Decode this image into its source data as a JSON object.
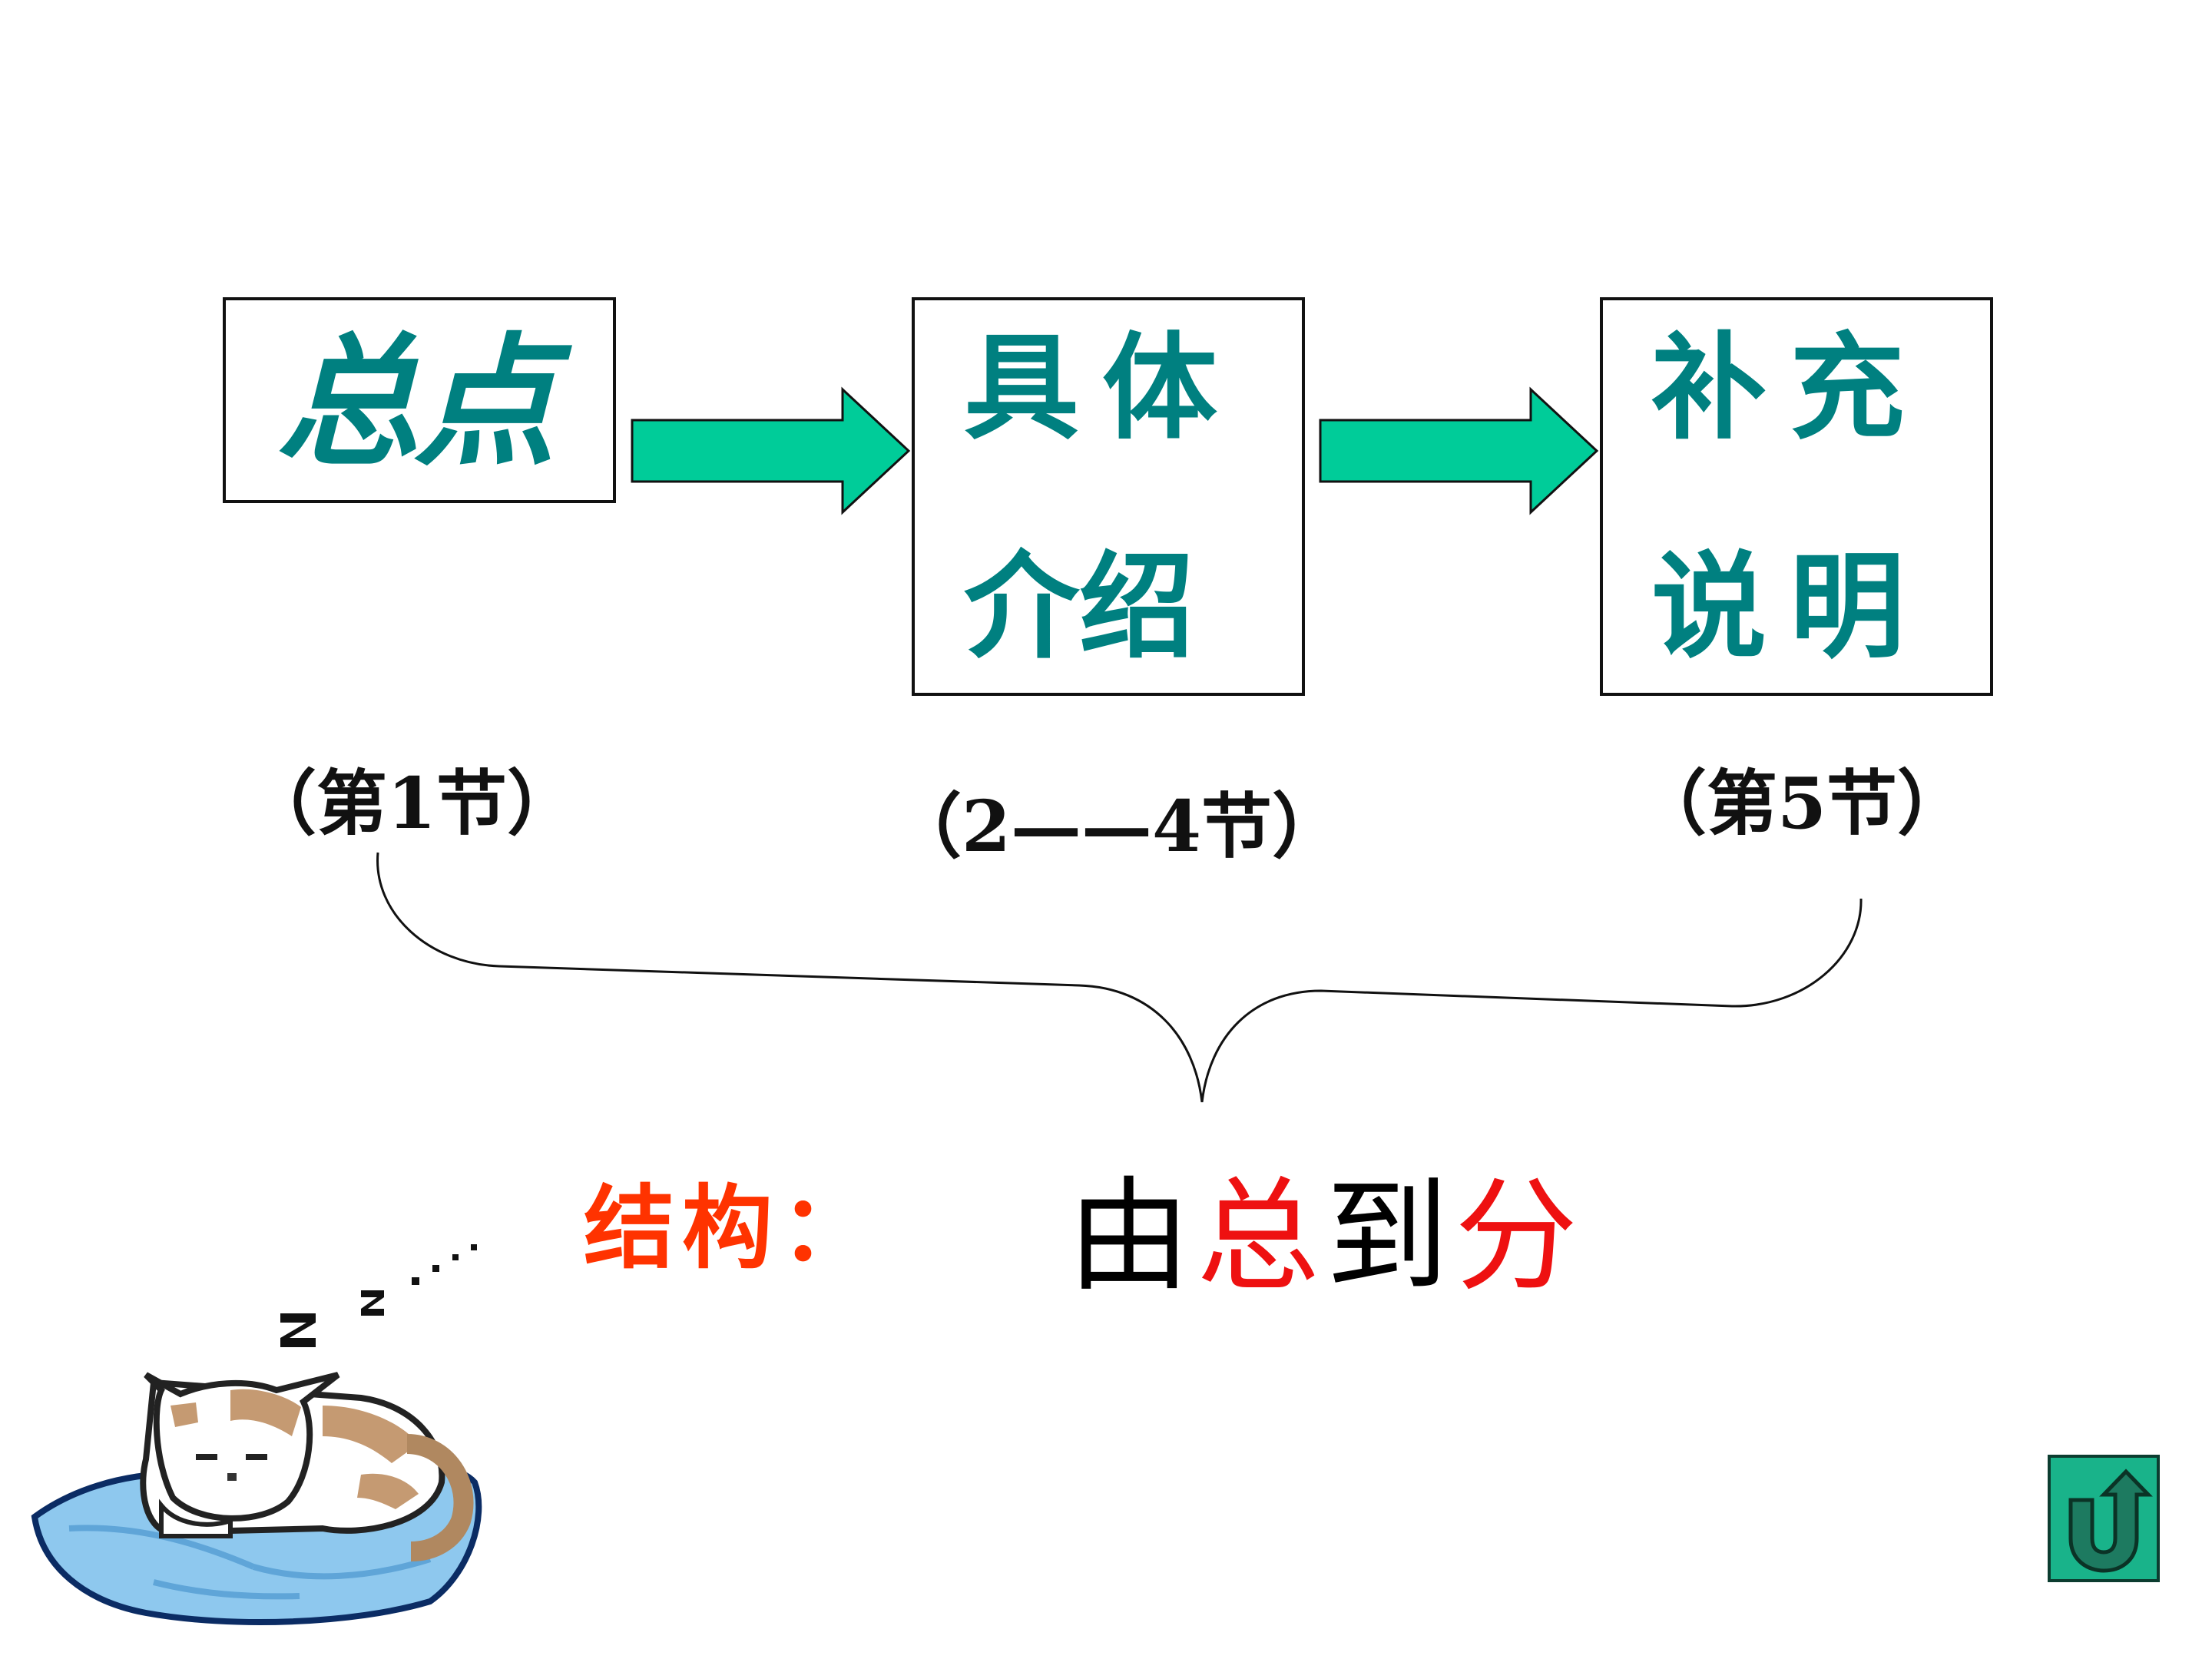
{
  "flow": {
    "step1": {
      "text": "总点",
      "section": "（第1节）"
    },
    "step2": {
      "line1": "具体",
      "line2": "介绍",
      "section": "（2——4节）"
    },
    "step3": {
      "line1": "补充",
      "line2": "说明",
      "section": "（第5节）"
    }
  },
  "structure": {
    "label": "结构：",
    "value_chars": [
      "由",
      "总",
      "到",
      "分"
    ]
  },
  "sleep_text": "z z · · ·",
  "colors": {
    "box_text": "#008080",
    "arrow_fill": "#00cc99",
    "structure_label": "#ff3300",
    "highlight": "#ee1111",
    "back_button": "#19b38a"
  },
  "icons": {
    "arrow_1": "right-arrow-icon",
    "arrow_2": "right-arrow-icon",
    "brace": "curly-brace-icon",
    "cat": "sleeping-cat-icon",
    "back": "u-turn-arrow-icon"
  }
}
